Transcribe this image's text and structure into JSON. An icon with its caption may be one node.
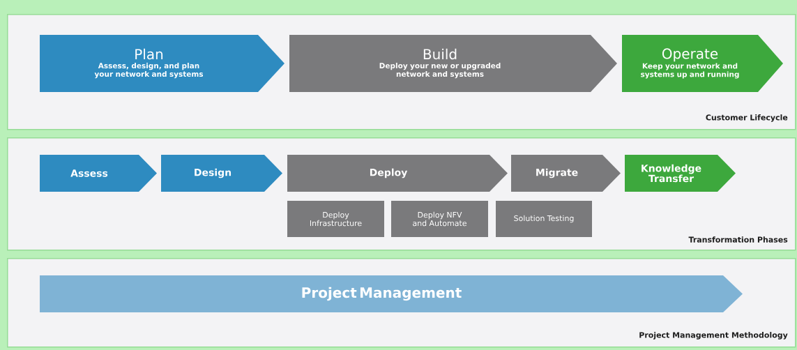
{
  "diagram": {
    "nodes": [
      {
        "text": [
          "Customer Lifecycle"
        ]
      },
      {
        "text": [
          "Plan",
          "Assess, design, and plan your network and systems"
        ],
        "in": 0
      },
      {
        "text": [
          "Build",
          "Deploy your new or upgraded network and systems"
        ],
        "in": 0
      },
      {
        "text": [
          "Operate",
          "Keep your network and systems up and running"
        ],
        "in": 0
      },
      {
        "text": [
          "Transformation Phases"
        ]
      },
      {
        "text": [
          "Assess"
        ],
        "in": 4
      },
      {
        "text": [
          "Design"
        ],
        "in": 4
      },
      {
        "text": [
          "Deploy"
        ],
        "in": 4
      },
      {
        "text": [
          "Migrate"
        ],
        "in": 4
      },
      {
        "text": [
          "Knowledge Transfer"
        ],
        "in": 4
      },
      {
        "text": [
          "Deploy Infrastructure"
        ],
        "in": 4
      },
      {
        "text": [
          "Deploy NFV and Automate"
        ],
        "in": 4
      },
      {
        "text": [
          "Solution Testing"
        ],
        "in": 4
      },
      {
        "text": [
          "Project Management Methodology"
        ]
      },
      {
        "text": [
          "Project Management"
        ],
        "in": 13
      }
    ]
  }
}
